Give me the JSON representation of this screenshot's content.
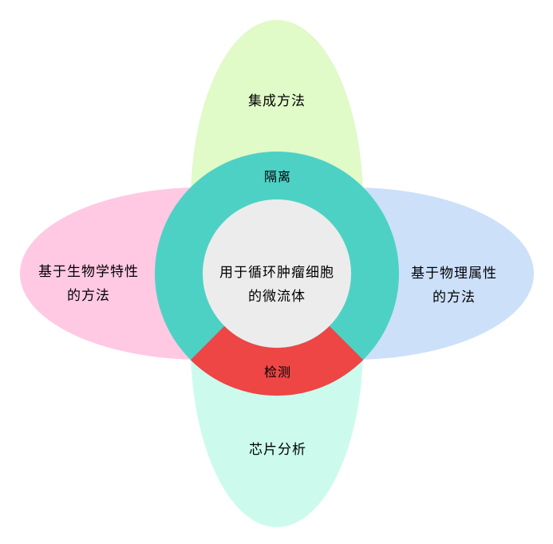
{
  "diagram": {
    "background": "#ffffff",
    "text_color": "#000000",
    "petals": {
      "top": {
        "label": "集成方法",
        "color": "#e0fac8"
      },
      "left": {
        "line1": "基于生物学特性",
        "line2": "的方法",
        "color": "#ffc9e3"
      },
      "right": {
        "line1": "基于物理属性",
        "line2": "的方法",
        "color": "#cce0fa"
      },
      "bottom": {
        "label": "芯片分析",
        "color": "#ccfbee"
      }
    },
    "ring": {
      "isolation_label": "隔离",
      "detection_label": "检测",
      "ring_color": "#4ed1c5",
      "detection_color": "#ee4545"
    },
    "center_circle": {
      "line1": "用于循环肿瘤细胞",
      "line2": "的微流体",
      "fill": "#ececec"
    }
  }
}
